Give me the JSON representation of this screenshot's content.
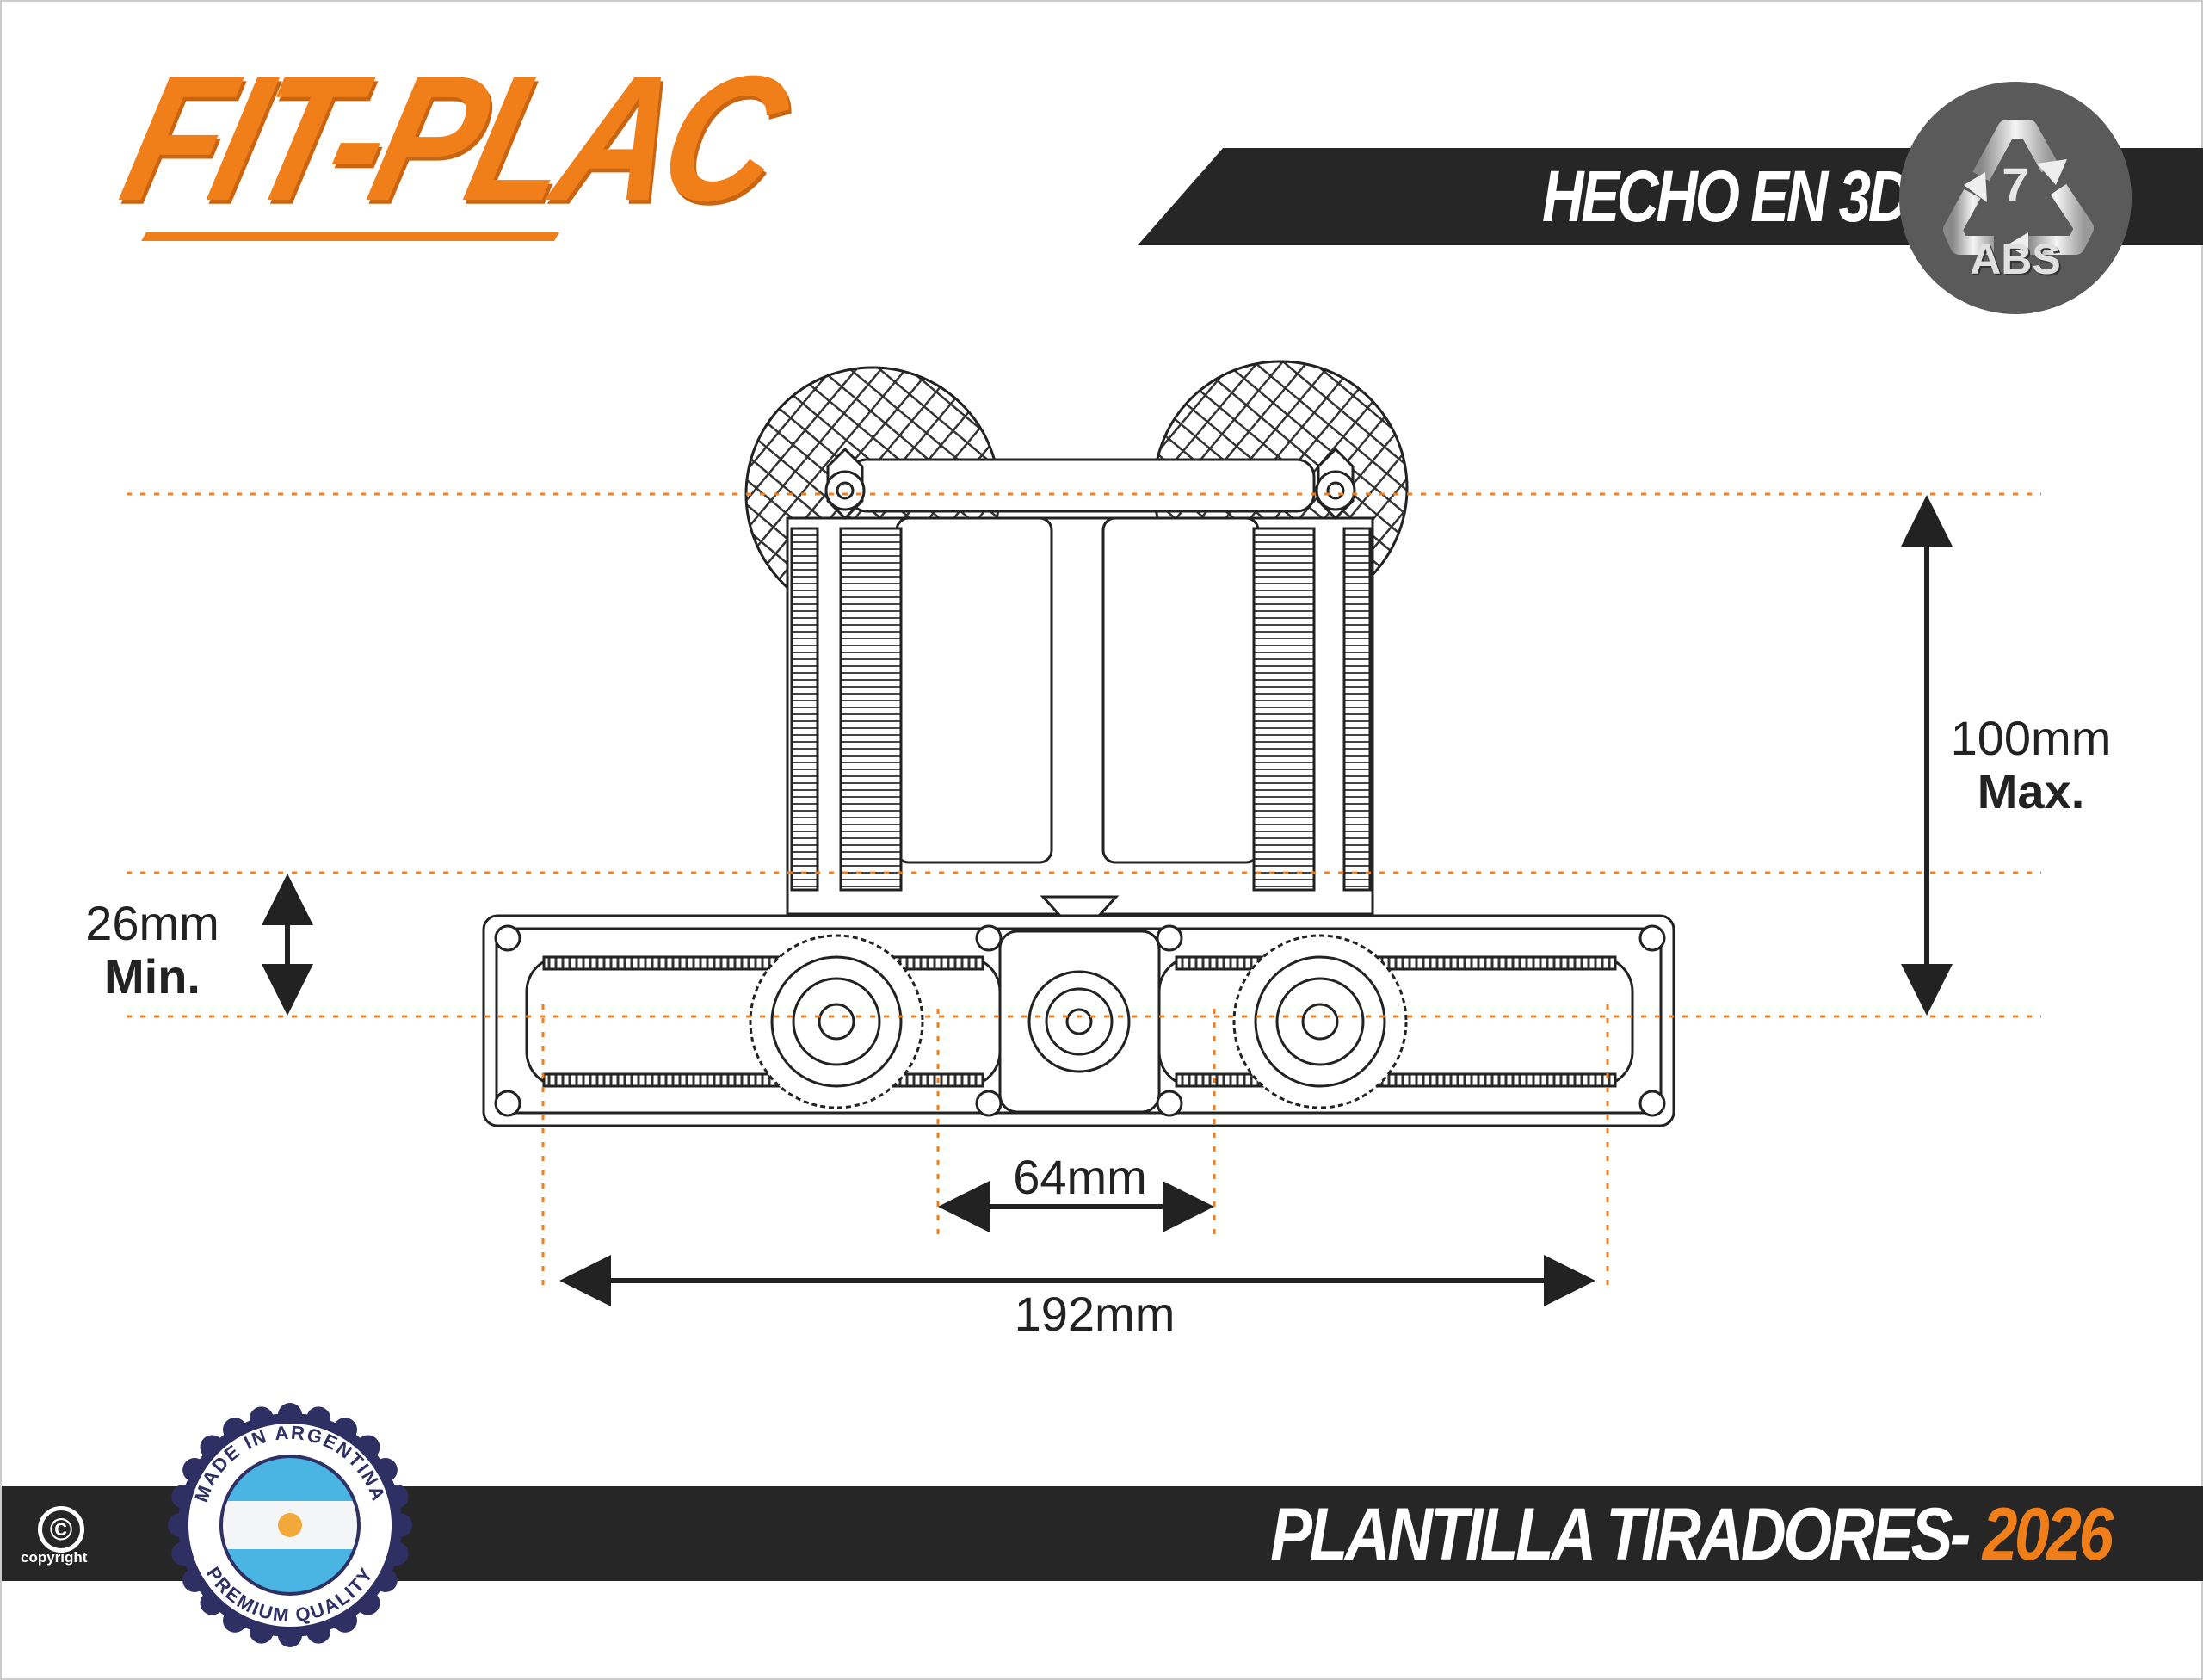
{
  "brand": {
    "logo_text": "FIT-PLAC",
    "accent_color": "#f07f1a"
  },
  "header": {
    "banner_text": "HECHO EN 3D",
    "material_badge": {
      "recycle_code": "7",
      "material": "ABS",
      "icon": "recycle-icon"
    }
  },
  "dimensions": {
    "height_max": {
      "value": "100mm",
      "label": "Max."
    },
    "height_min": {
      "value": "26mm",
      "label": "Min."
    },
    "spacing_small": "64mm",
    "spacing_large": "192mm"
  },
  "footer": {
    "title": "PLANTILLA TIRADORES- ",
    "year": "2026",
    "copyright_symbol": "©",
    "copyright_label": "copyright",
    "seal": {
      "top_text": "MADE IN ARGENTINA",
      "bottom_text": "PREMIUM QUALITY"
    }
  }
}
